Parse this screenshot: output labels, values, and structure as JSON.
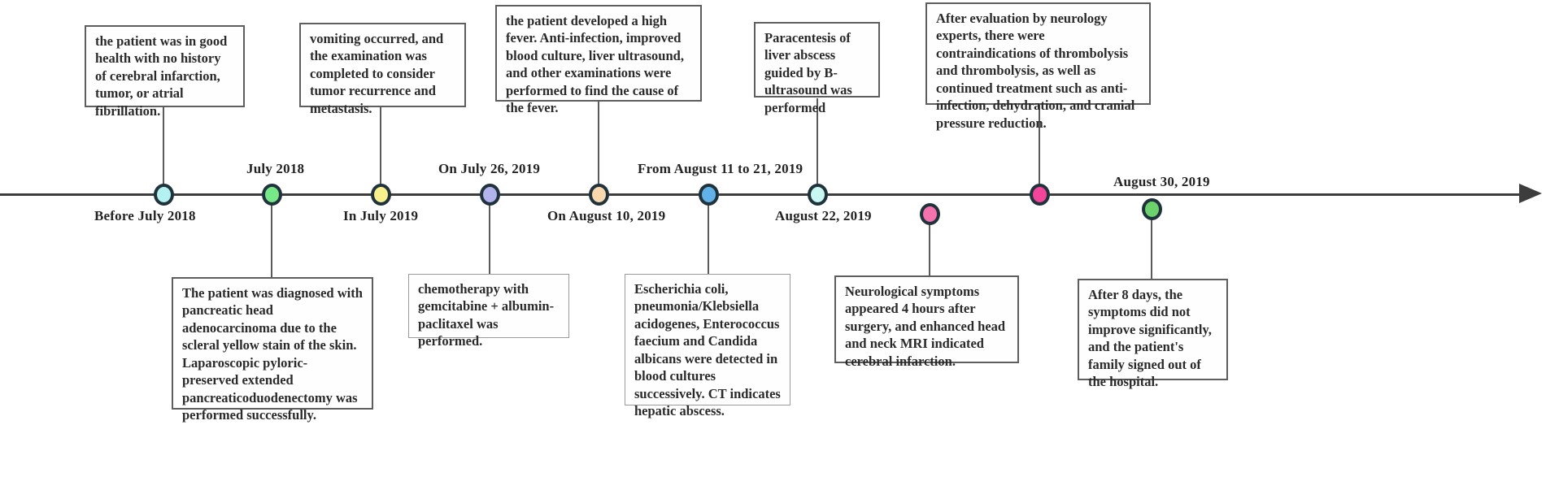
{
  "diagram": {
    "title": "Clinical case timeline",
    "axis": {
      "color": "#3d3d3d",
      "direction": "left-to-right"
    }
  },
  "events": [
    {
      "id": "before-july-2018",
      "caption": "Before July 2018",
      "caption_side": "below",
      "node_color": "#b4f2f2",
      "box_side": "above",
      "text": "the patient was in good health with no history of cerebral infarction, tumor, or atrial fibrillation."
    },
    {
      "id": "july-2018",
      "caption": "July 2018",
      "caption_side": "above",
      "node_color": "#76e887",
      "box_side": "below",
      "text": "The patient was diagnosed with pancreatic head adenocarcinoma due to the scleral yellow stain of the skin. Laparoscopic pyloric-preserved extended pancreaticoduodenectomy was performed successfully."
    },
    {
      "id": "in-july-2019",
      "caption": "In July 2019",
      "caption_side": "below",
      "node_color": "#f7f08c",
      "box_side": "above",
      "text": "vomiting occurred, and the examination was completed to consider tumor recurrence and metastasis."
    },
    {
      "id": "on-july-26-2019",
      "caption": "On July 26, 2019",
      "caption_side": "above",
      "node_color": "#b2b2ec",
      "box_side": "below",
      "text": "chemotherapy with gemcitabine + albumin-paclitaxel was performed."
    },
    {
      "id": "on-august-10-2019",
      "caption": "On August 10, 2019",
      "caption_side": "below",
      "node_color": "#fad7ac",
      "box_side": "above",
      "text": "the patient developed a high fever. Anti-infection, improved blood culture, liver ultrasound, and other examinations were performed to find the cause of the fever."
    },
    {
      "id": "from-august-11-to-21-2019",
      "caption": "From August 11 to 21, 2019",
      "caption_side": "above",
      "node_color": "#62b2ea",
      "box_side": "below",
      "text": "Escherichia coli, pneumonia/Klebsiella acidogenes, Enterococcus faecium and Candida albicans were detected in blood cultures successively. CT indicates hepatic abscess."
    },
    {
      "id": "august-22-2019",
      "caption": "August 22, 2019",
      "caption_side": "below",
      "node_color": "#c9f7f2",
      "box_side": "above",
      "text": "Paracentesis of liver abscess guided by B-ultrasound was performed"
    },
    {
      "id": "post-surgery-neuro-symptoms",
      "caption": "",
      "caption_side": "none",
      "node_color": "#f472ae",
      "box_side": "below",
      "text": "Neurological symptoms appeared 4 hours after surgery, and enhanced head and neck MRI indicated cerebral infarction."
    },
    {
      "id": "neurology-evaluation",
      "caption": "",
      "caption_side": "none",
      "node_color": "#f2459a",
      "box_side": "above",
      "text": "After evaluation by neurology experts, there were contraindications of thrombolysis and thrombolysis, as well as continued treatment such as anti-infection, dehydration, and cranial pressure reduction."
    },
    {
      "id": "august-30-2019",
      "caption": "August 30, 2019",
      "caption_side": "above",
      "node_color": "#6cd26c",
      "box_side": "below",
      "text": "After 8 days, the symptoms did not improve significantly, and the patient's family signed out of the hospital."
    }
  ]
}
